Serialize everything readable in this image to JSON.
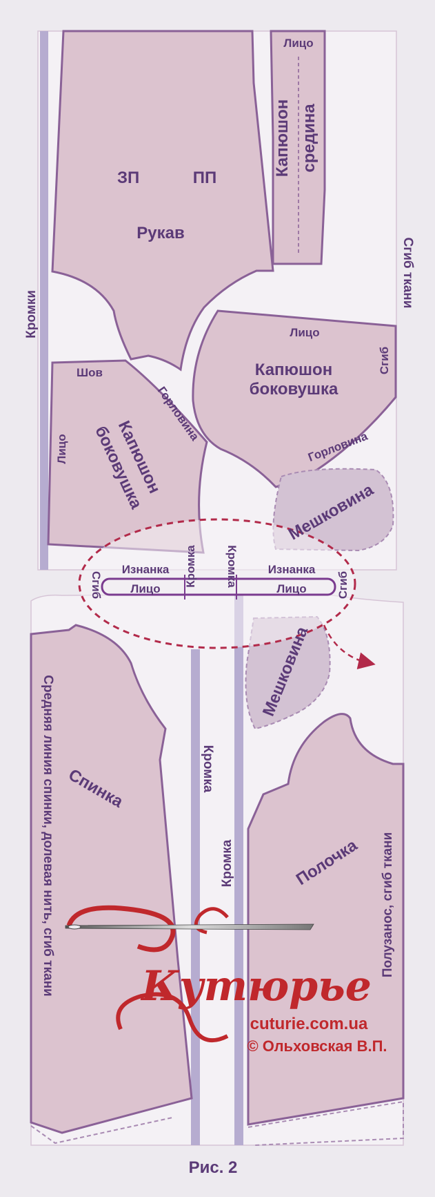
{
  "labels": {
    "zp": "ЗП",
    "pp": "ПП",
    "rukav": "Рукав",
    "litso_top": "Лицо",
    "kapushon_sredina_1": "Капюшон",
    "kapushon_sredina_2": "средина",
    "sgib_tkani_right": "Сгиб ткани",
    "kromki": "Кромки",
    "litso_hood_right": "Лицо",
    "sgib_hood_right": "Сгиб",
    "kapushon_bok_r1": "Капюшон",
    "kapushon_bok_r2": "боковушка",
    "gorlovina_r": "Горловина",
    "shov": "Шов",
    "gorlovina_l": "Горловина",
    "litso_hood_left": "Лицо",
    "kapushon_bok_l1": "Капюшон",
    "kapushon_bok_l2": "боковушка",
    "meshkovina_top": "Мешковина",
    "meshkovina_bottom": "Мешковина",
    "sgib_left": "Сгиб",
    "iznanka_left": "Изнанка",
    "litso_left": "Лицо",
    "kromka_sec_left": "Кромка",
    "kromka_sec_right": "Кромка",
    "iznanka_right": "Изнанка",
    "litso_right": "Лицо",
    "sgib_right": "Сгиб",
    "srednyaya_liniya": "Средняя линия спинки, долевая нить, сгиб ткани",
    "spinka": "Спинка",
    "kromka_1": "Кромка",
    "kromka_2": "Кромка",
    "polochka": "Полочка",
    "poluzanos": "Полузанос, сгиб ткани",
    "caption": "Рис. 2"
  },
  "brand": {
    "name": "Кутюрье",
    "site": "cuturie.com.ua",
    "copyright": "© Ольховская В.П."
  },
  "colors": {
    "piece_fill": "#dcc3cf",
    "piece_stroke": "#8a6197",
    "label": "#5b3a77",
    "selvage": "#b6acd0",
    "dashed_oval": "#b22a4a",
    "brand": "#c0282c"
  }
}
